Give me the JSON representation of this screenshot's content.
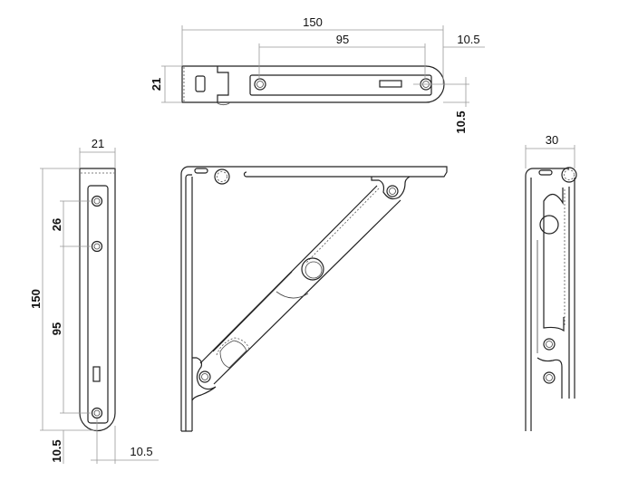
{
  "drawing": {
    "title": "Folding shelf bracket",
    "top_view": {
      "overall_length": "150",
      "hole_spacing": "95",
      "end_offset": "10.5",
      "width": "21",
      "edge_offset": "10.5"
    },
    "left_view": {
      "width": "21",
      "overall_length": "150",
      "upper_hole_spacing": "26",
      "hole_spacing": "95",
      "bottom_offset": "10.5",
      "side_offset": "10.5"
    },
    "right_view": {
      "depth": "30"
    }
  }
}
